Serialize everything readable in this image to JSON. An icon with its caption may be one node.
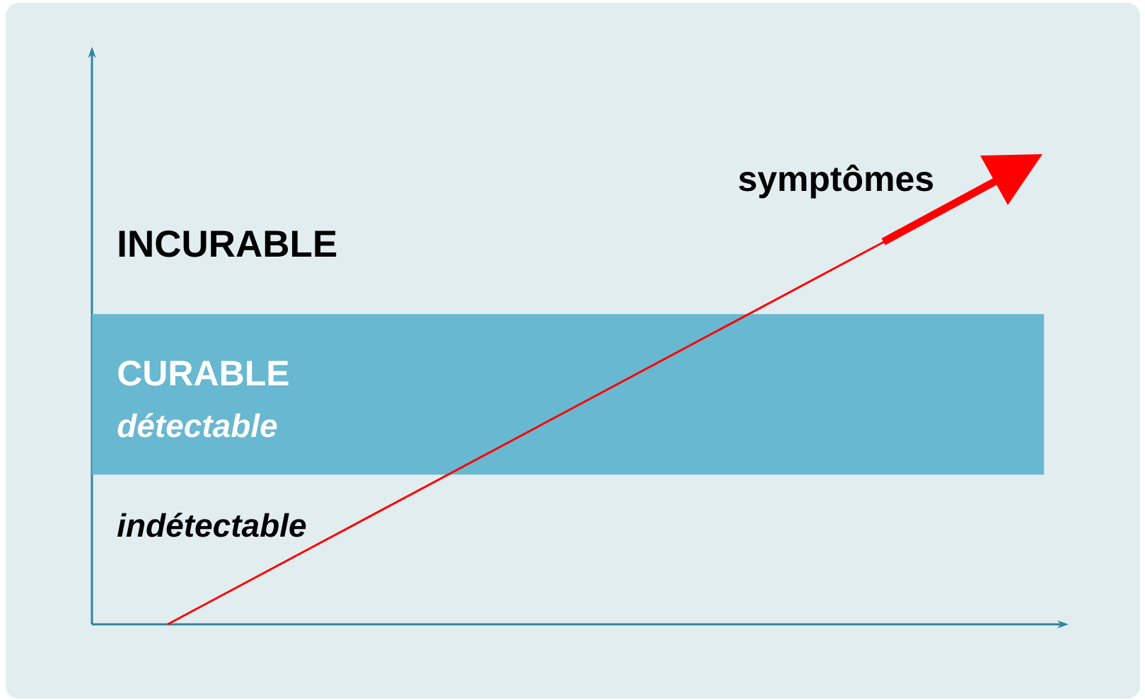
{
  "diagram": {
    "nodes": [
      {
        "text": [
          "CURABLE",
          "détectable"
        ]
      }
    ],
    "labels": [
      "INCURABLE",
      "indétectable",
      "symptômes"
    ]
  }
}
